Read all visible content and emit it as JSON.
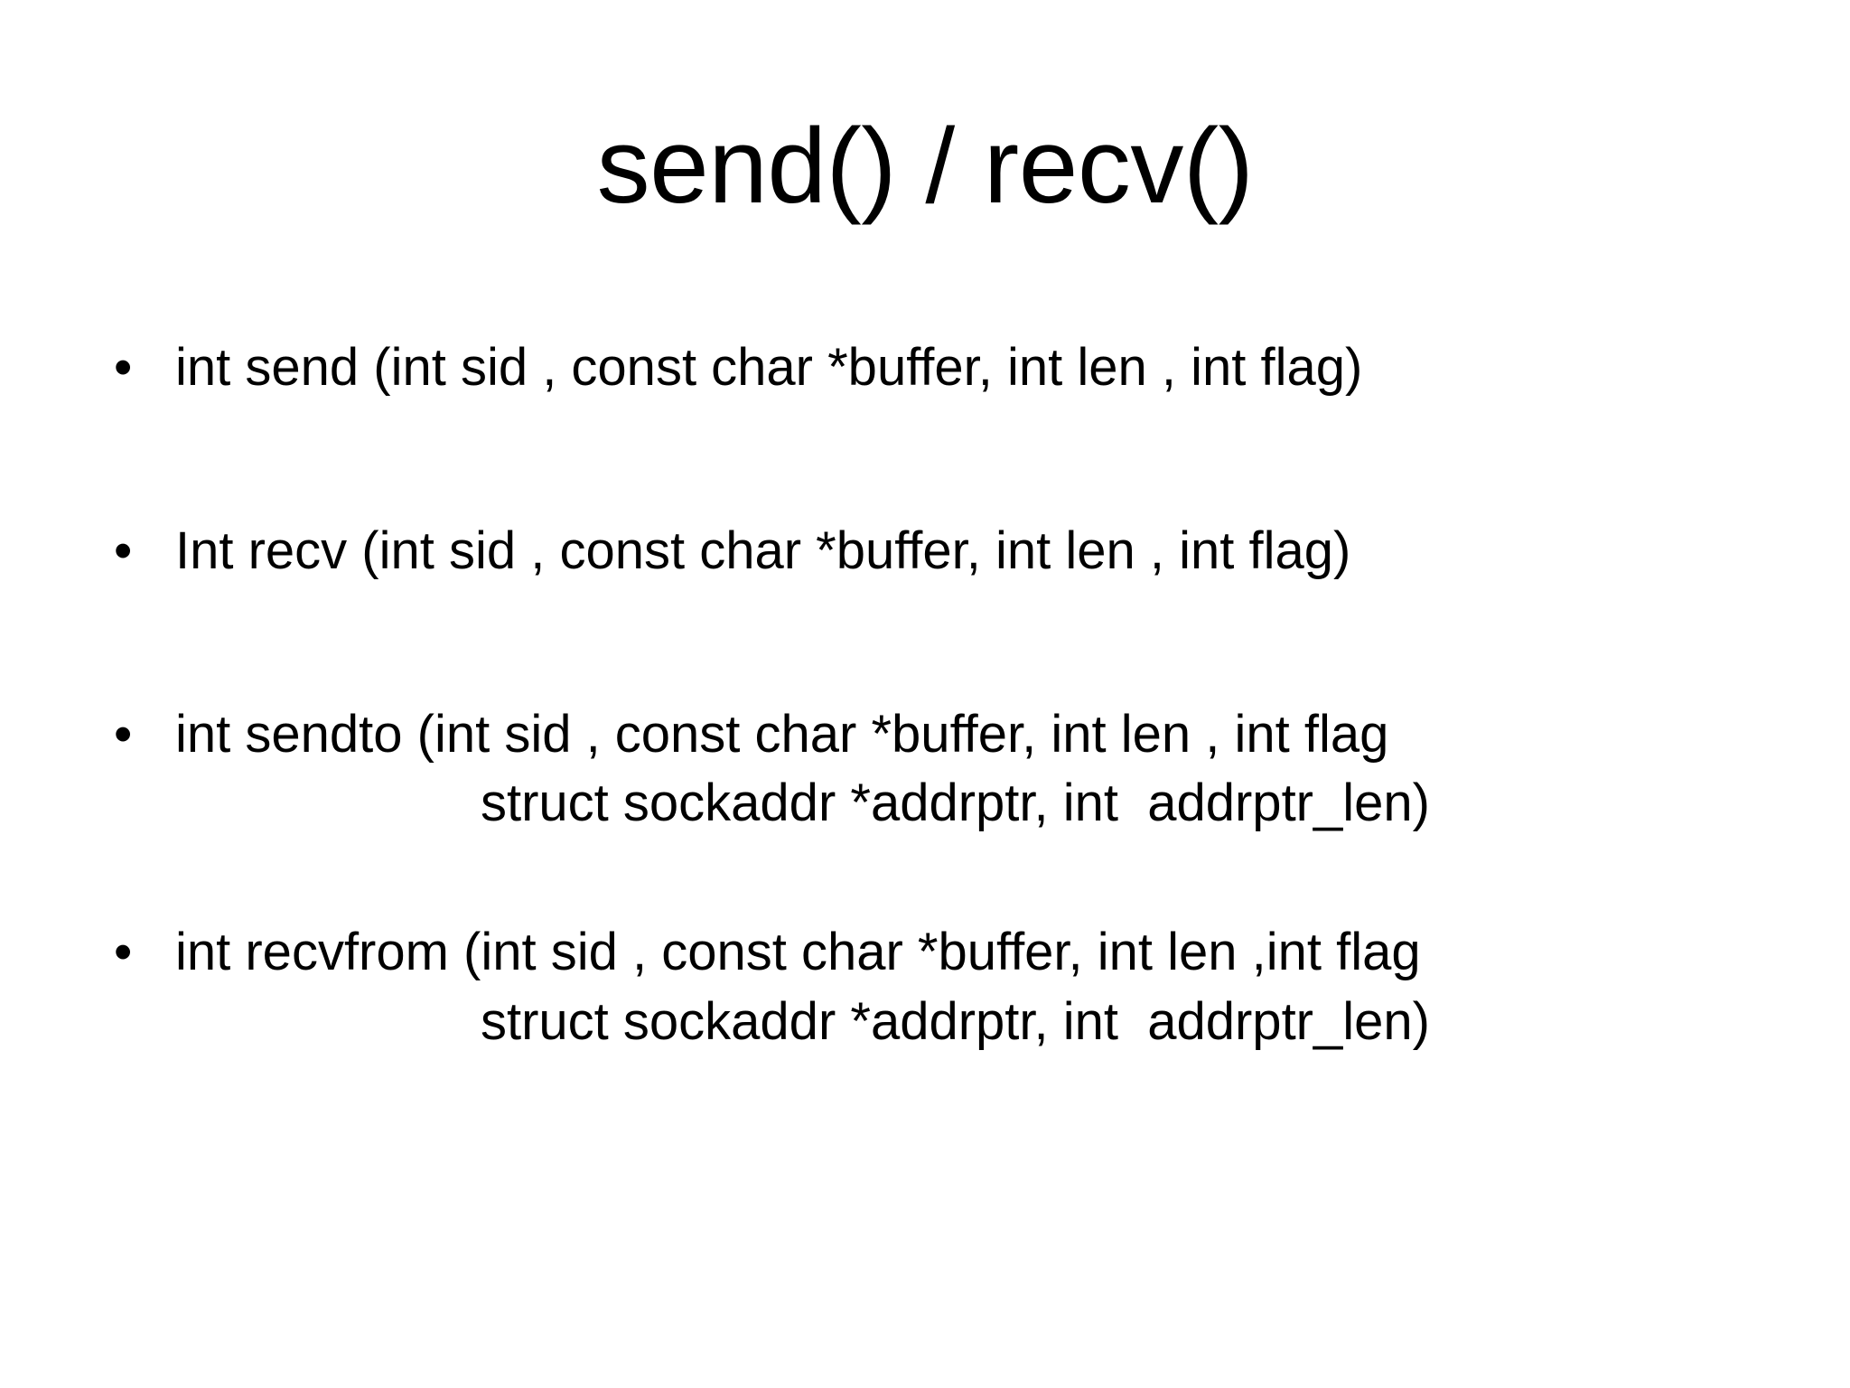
{
  "slide": {
    "title": "send() / recv()",
    "background_color": "#FFFFFF",
    "text_color": "#000000",
    "bullet_glyph": "•",
    "bullets": [
      {
        "text": "int send (int sid , const char *buffer, int len , int flag)",
        "continuation": ""
      },
      {
        "text": "Int recv (int sid , const char *buffer, int len , int flag)",
        "continuation": ""
      },
      {
        "text": "int sendto (int sid , const char *buffer, int len , int flag",
        "continuation": "struct sockaddr *addrptr, int  addrptr_len)"
      },
      {
        "text": "int recvfrom (int sid , const char *buffer, int len ,int flag",
        "continuation": "struct sockaddr *addrptr, int  addrptr_len)"
      }
    ]
  }
}
